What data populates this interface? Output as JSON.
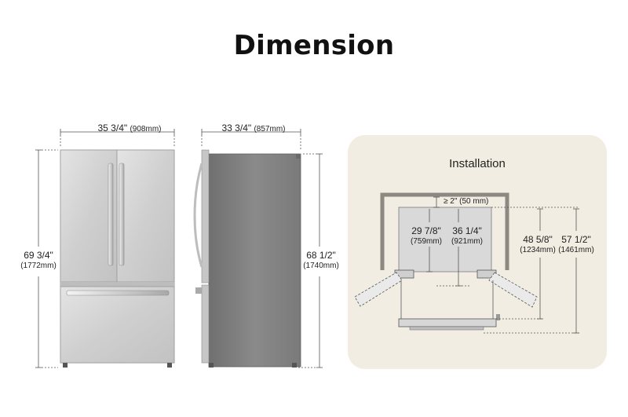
{
  "title": "Dimension",
  "front": {
    "width_in": "35 3/4\"",
    "width_mm": "(908mm)",
    "height_in": "69 3/4\"",
    "height_mm": "(1772mm)"
  },
  "side": {
    "depth_in": "33 3/4\"",
    "depth_mm": "(857mm)",
    "height_in": "68 1/2\"",
    "height_mm": "(1740mm)"
  },
  "installation": {
    "title": "Installation",
    "clearance": "≥ 2\" (50 mm)",
    "depth_body_in": "29 7/8\"",
    "depth_body_mm": "(759mm)",
    "depth_door_in": "36 1/4\"",
    "depth_door_mm": "(921mm)",
    "open_door_in": "48 5/8\"",
    "open_door_mm": "(1234mm)",
    "open_drawer_in": "57 1/2\"",
    "open_drawer_mm": "(1461mm)"
  },
  "colors": {
    "panel_bg": "#f1ede2",
    "steel_light": "#d8d8d8",
    "steel_dark": "#8a8a8a",
    "wall": "#8c8882"
  }
}
